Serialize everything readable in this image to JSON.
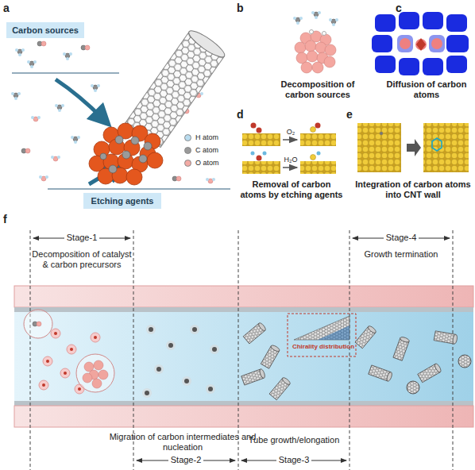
{
  "diagram": {
    "nodes": [
      {
        "text": [
          "Carbon sources"
        ]
      },
      {
        "text": [
          "Etching agents"
        ]
      }
    ],
    "labels": [
      "a",
      "b",
      "c",
      "d",
      "e",
      "f",
      "Decomposition of carbon sources",
      "Diffusion of carbon atoms",
      "O₂",
      "H₂O",
      "Removal of carbon atoms by etching agents",
      "Integration of carbon atoms into CNT wall",
      "Stage-1",
      "Decomposition of catalyst & carbon precursors",
      "Chirality distribution",
      "Stage-4",
      "Growth termination",
      "Migration of carbon intermediates and nucleation",
      "Stage-2",
      "Tube growth/elongation",
      "Stage-3"
    ],
    "legend": [
      {
        "text": "H atom",
        "color": "#b9dcef"
      },
      {
        "text": "C atom",
        "color": "#9a9a9a"
      },
      {
        "text": "O atom",
        "color": "#f3aaa4"
      }
    ]
  }
}
